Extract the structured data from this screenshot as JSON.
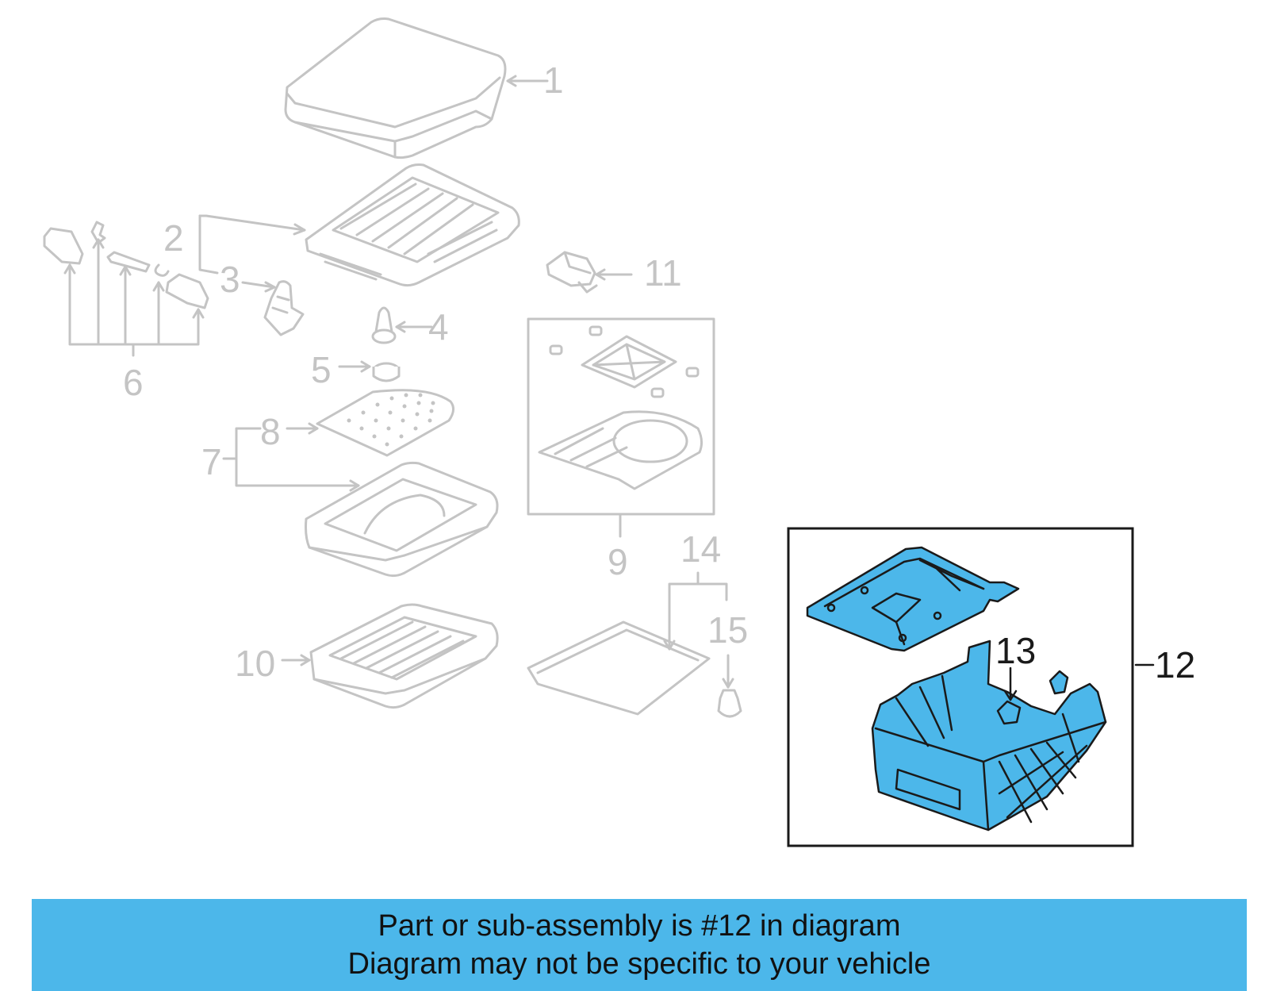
{
  "callouts": {
    "c1": "1",
    "c2": "2",
    "c3": "3",
    "c4": "4",
    "c5": "5",
    "c6": "6",
    "c7": "7",
    "c8": "8",
    "c9": "9",
    "c10": "10",
    "c11": "11",
    "c12": "12",
    "c13": "13",
    "c14": "14",
    "c15": "15"
  },
  "highlight_color": "#4cb7ea",
  "banner": {
    "line1": "Part or sub-assembly is #12 in diagram",
    "line2": "Diagram may not be specific to your vehicle"
  }
}
